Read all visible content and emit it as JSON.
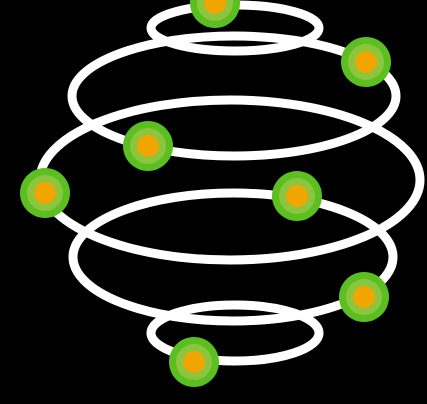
{
  "figure": {
    "background": "#000000",
    "ring_color": "#ffffff",
    "node_outer_color": "#5bbf21",
    "node_mid_color": "#8cc63f",
    "node_inner_color": "#f0a500",
    "rings": [
      {
        "id": "ring-top-small"
      },
      {
        "id": "ring-upper-large"
      },
      {
        "id": "ring-middle-widest"
      },
      {
        "id": "ring-lower-large"
      },
      {
        "id": "ring-bottom-small"
      }
    ],
    "nodes": [
      {
        "id": "node-top"
      },
      {
        "id": "node-upper-right"
      },
      {
        "id": "node-upper-left"
      },
      {
        "id": "node-left"
      },
      {
        "id": "node-center-right"
      },
      {
        "id": "node-lower-right"
      },
      {
        "id": "node-bottom"
      }
    ]
  }
}
